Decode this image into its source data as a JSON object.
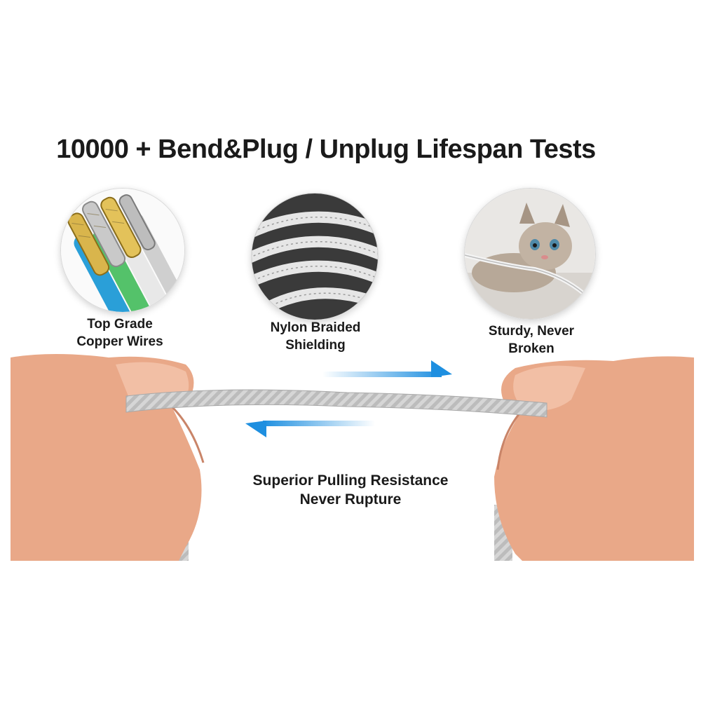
{
  "headline": "10000 + Bend&Plug / Unplug Lifespan Tests",
  "features": [
    {
      "icon": "copper-wires-icon",
      "line1": "Top Grade",
      "line2": "Copper Wires"
    },
    {
      "icon": "braided-cable-icon",
      "line1": "Nylon Braided",
      "line2": "Shielding"
    },
    {
      "icon": "kitten-photo",
      "line1": "Sturdy, Never",
      "line2": "Broken"
    }
  ],
  "pull_test": {
    "line1": "Superior Pulling Resistance",
    "line2": "Never Rupture"
  },
  "colors": {
    "arrow": "#1e8fe0",
    "braid": "#d4d4d4",
    "copper": "#c9a43a",
    "skin": "#e9a888"
  }
}
